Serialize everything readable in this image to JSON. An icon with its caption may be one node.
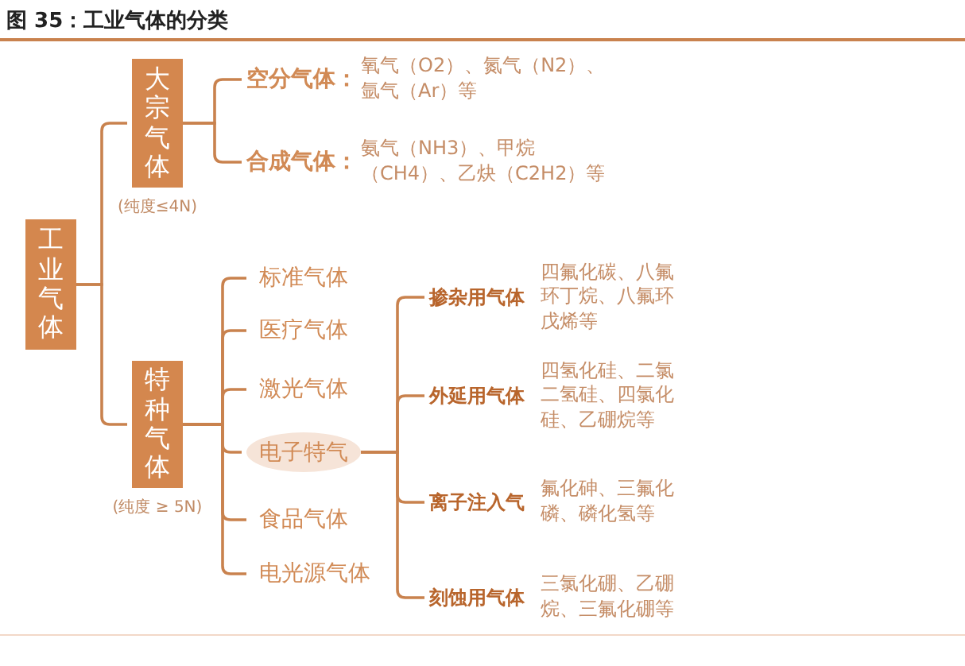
{
  "diagram": {
    "title": "图 35：工业气体的分类",
    "nodes": [
      {
        "text": [
          "工业气体"
        ]
      },
      {
        "text": [
          "大宗气体"
        ],
        "beside": [
          "(纯度≤4N)"
        ]
      },
      {
        "text": [
          "空分气体：",
          "氧气（O2）、氮气（N2）、氩气（Ar）等"
        ]
      },
      {
        "text": [
          "合成气体：",
          "氨气（NH3）、甲烷（CH4）、乙炔（C2H2）等"
        ]
      },
      {
        "text": [
          "特种气体"
        ],
        "beside": [
          "(纯度 ≥ 5N)"
        ]
      },
      {
        "text": [
          "标准气体"
        ]
      },
      {
        "text": [
          "医疗气体"
        ]
      },
      {
        "text": [
          "激光气体"
        ]
      },
      {
        "text": [
          "电子特气"
        ]
      },
      {
        "text": [
          "食品气体"
        ]
      },
      {
        "text": [
          "电光源气体"
        ]
      },
      {
        "text": [
          "掺杂用气体",
          "四氟化碳、八氟环丁烷、八氟环戊烯等"
        ]
      },
      {
        "text": [
          "外延用气体",
          "四氢化硅、二氯二氢硅、四氯化硅、乙硼烷等"
        ]
      },
      {
        "text": [
          "离子注入气",
          "氟化砷、三氟化磷、磷化氢等"
        ]
      },
      {
        "text": [
          "刻蚀用气体",
          "三氯化硼、乙硼烷、三氟化硼等"
        ]
      }
    ],
    "edges": [
      {
        "from": 0,
        "to": 1,
        "arrow": "none"
      },
      {
        "from": 0,
        "to": 4,
        "arrow": "none"
      },
      {
        "from": 1,
        "to": 2,
        "arrow": "none"
      },
      {
        "from": 1,
        "to": 3,
        "arrow": "none"
      },
      {
        "from": 4,
        "to": 5,
        "arrow": "none"
      },
      {
        "from": 4,
        "to": 6,
        "arrow": "none"
      },
      {
        "from": 4,
        "to": 7,
        "arrow": "none"
      },
      {
        "from": 4,
        "to": 8,
        "arrow": "none"
      },
      {
        "from": 4,
        "to": 9,
        "arrow": "none"
      },
      {
        "from": 4,
        "to": 10,
        "arrow": "none"
      },
      {
        "from": 8,
        "to": 11,
        "arrow": "none"
      },
      {
        "from": 8,
        "to": 12,
        "arrow": "none"
      },
      {
        "from": 8,
        "to": 13,
        "arrow": "none"
      },
      {
        "from": 8,
        "to": 14,
        "arrow": "none"
      }
    ]
  }
}
